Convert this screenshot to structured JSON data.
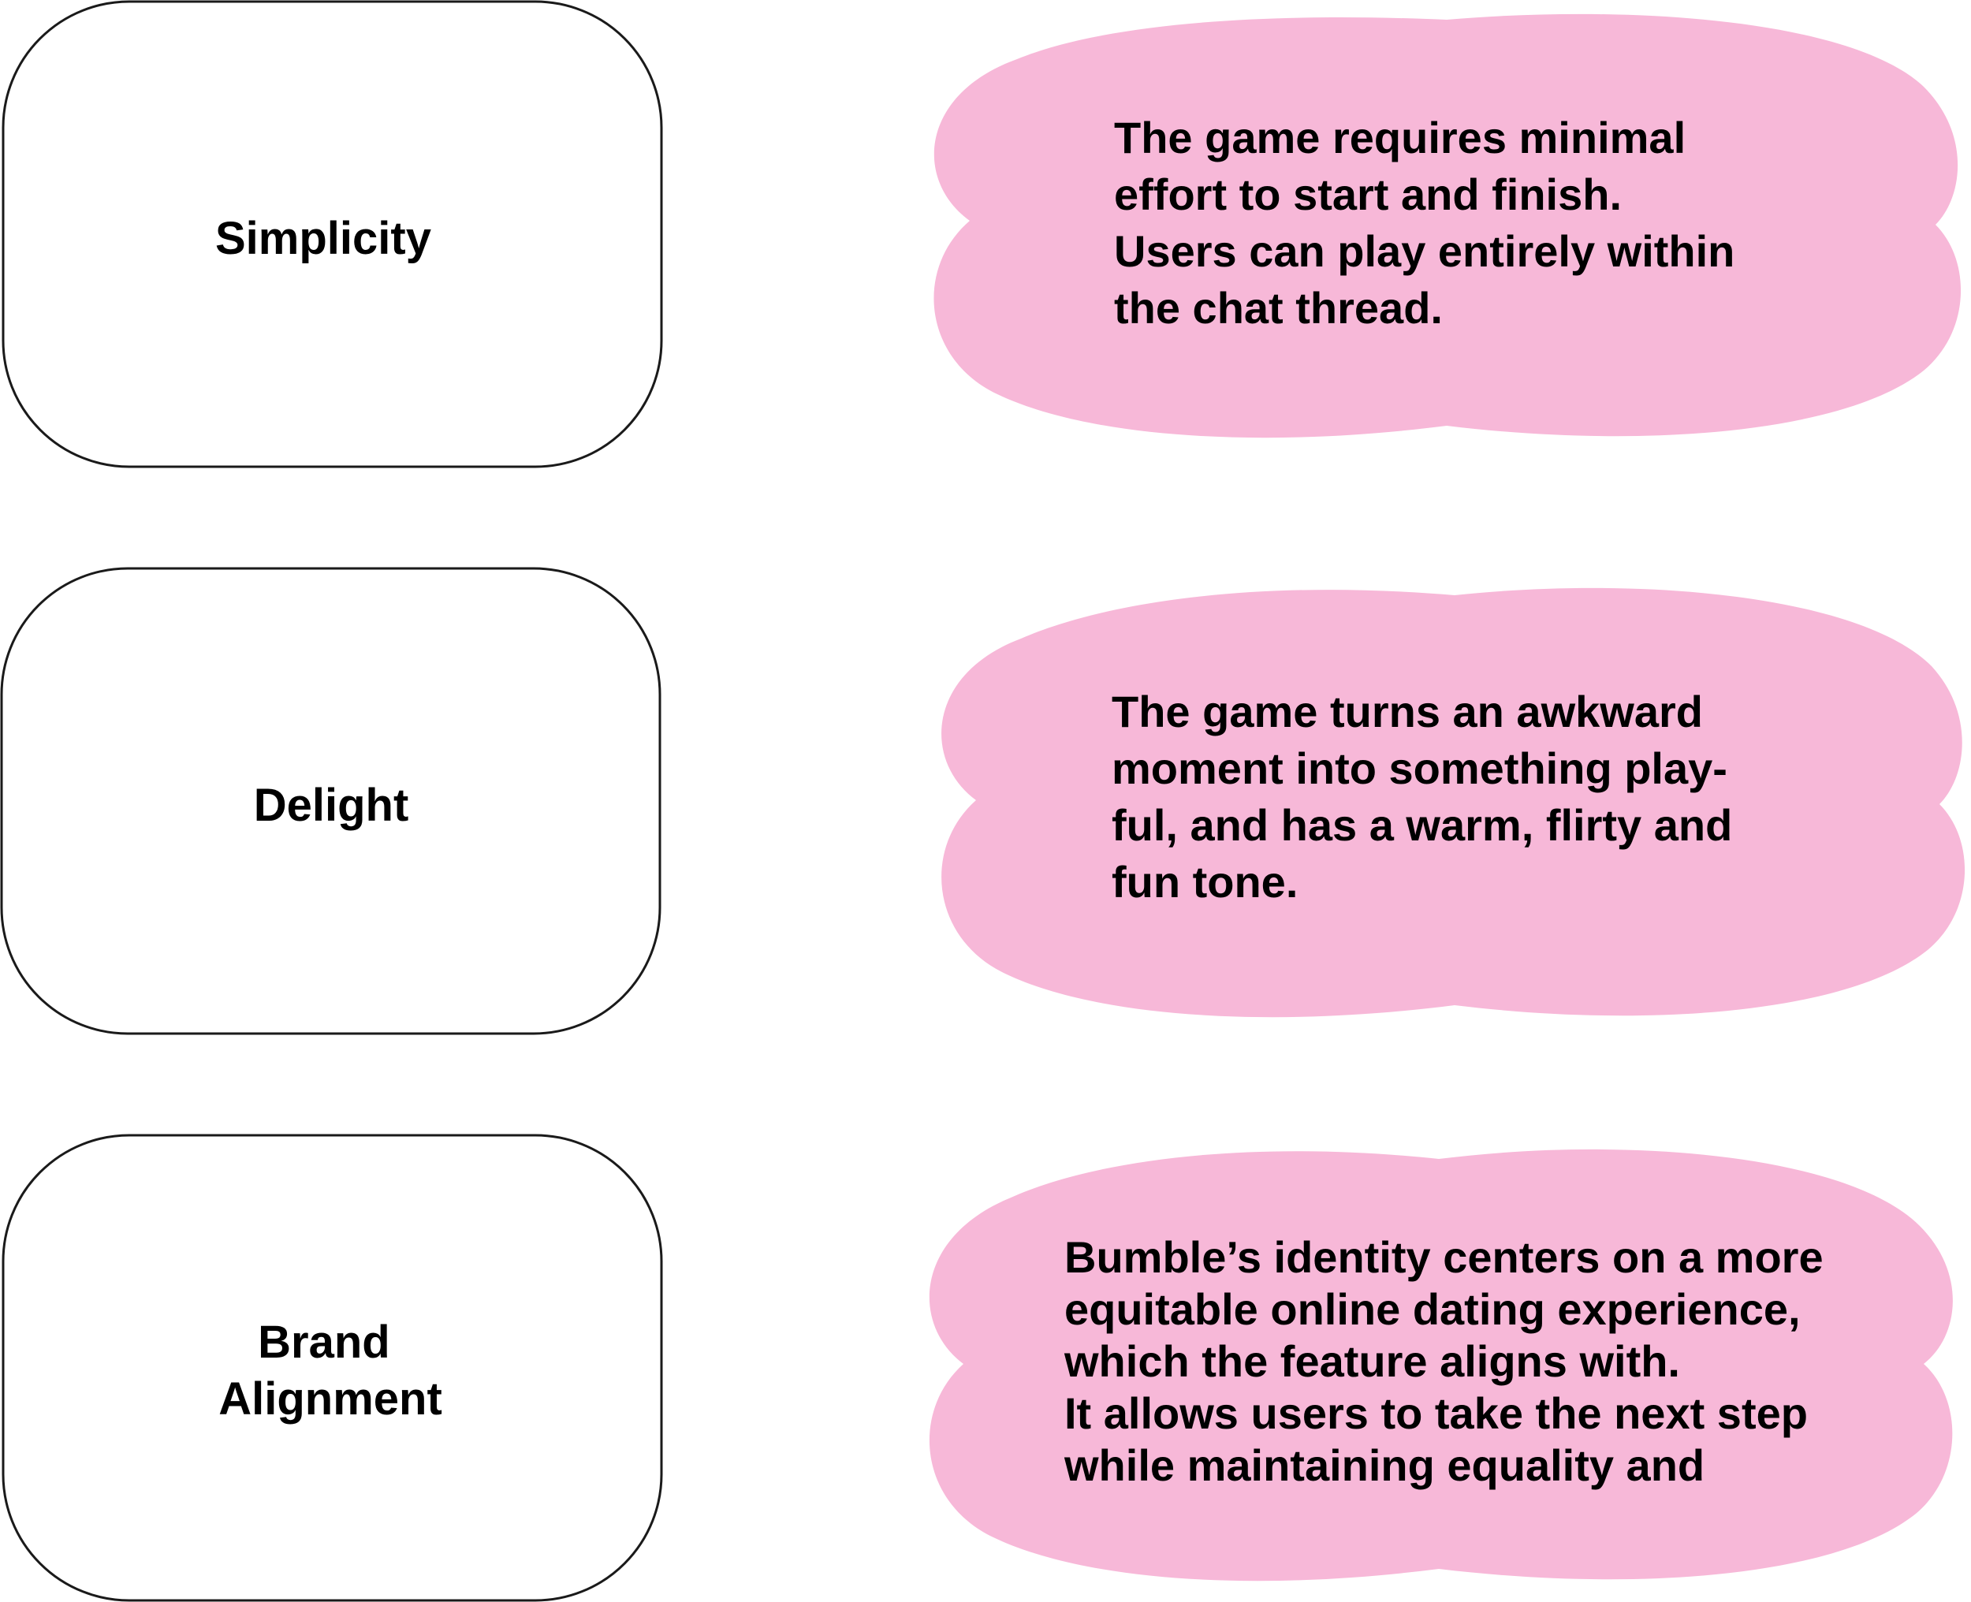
{
  "colors": {
    "cloud_fill": "#f7b8d8",
    "box_fill": "#ffffff",
    "box_stroke": "#1a1a1a",
    "text": "#000000"
  },
  "rows": [
    {
      "label_lines": [
        "Simplicity"
      ],
      "description_lines": [
        "The game requires minimal",
        "effort to start and finish.",
        "Users can play entirely within",
        "the chat thread."
      ]
    },
    {
      "label_lines": [
        "Delight"
      ],
      "description_lines": [
        "The game turns an awkward",
        "moment into something play-",
        "ful, and has a warm, flirty and",
        "fun tone."
      ]
    },
    {
      "label_lines": [
        "Brand",
        "Alignment"
      ],
      "description_lines": [
        "Bumble’s identity centers on a more",
        "equitable online dating experience,",
        "which the feature aligns with.",
        "It allows users to take the next step",
        "while maintaining equality and"
      ]
    }
  ]
}
